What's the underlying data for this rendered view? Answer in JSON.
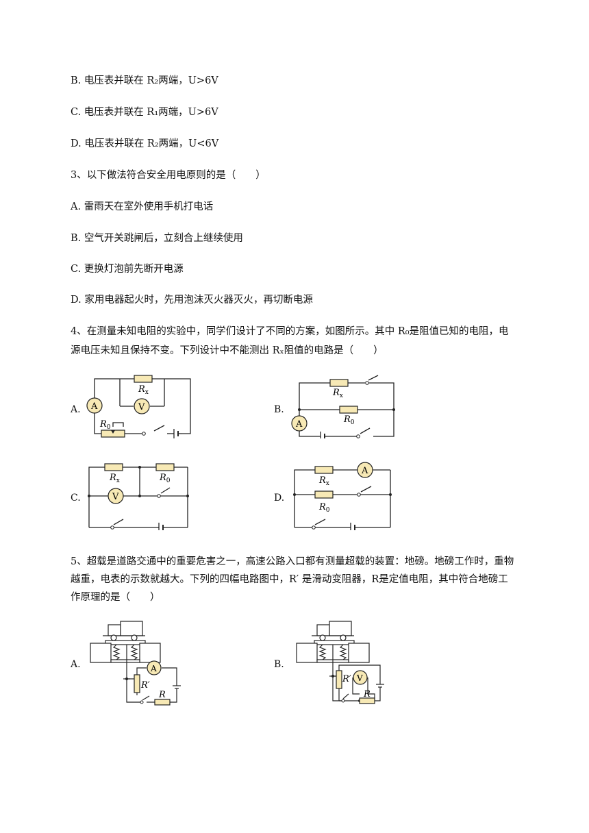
{
  "lines": {
    "q2b": "B. 电压表并联在 R₂两端，U>6V",
    "q2c": "C. 电压表并联在 R₁两端，U>6V",
    "q2d": "D. 电压表并联在 R₂两端，U<6V",
    "q3": "3、以下做法符合安全用电原则的是（　　）",
    "q3a": "A. 雷雨天在室外使用手机打电话",
    "q3b": "B. 空气开关跳闸后，立刻合上继续使用",
    "q3c": "C. 更换灯泡前先断开电源",
    "q3d": "D. 家用电器起火时，先用泡沫灭火器灭火，再切断电源",
    "q4_l1": "4、在测量未知电阻的实验中，同学们设计了不同的方案，如图所示。其中 R₀是阻值已知的电阻，电",
    "q4_l2": "源电压未知且保持不变。下列设计中不能测出 Rₓ阻值的电路是（　　）",
    "q5_l1": "5、超载是道路交通中的重要危害之一，高速公路入口都有测量超载的装置：地磅。地磅工作时，重物",
    "q5_l2": "越重，电表的示数就越大。下列的四幅电路图中，R′ 是滑动变阻器，R是定值电阻，其中符合地磅工",
    "q5_l3": "作原理的是（　　）"
  },
  "options": {
    "a": "A.",
    "b": "B.",
    "c": "C.",
    "d": "D."
  },
  "labels": {
    "rx": "R",
    "rx_sub": "x",
    "r0": "R",
    "r0_sub": "0",
    "ammeter": "A",
    "voltmeter": "V",
    "rprime": "R′",
    "r": "R"
  },
  "colors": {
    "resistor_fill": "#f7e9b5",
    "meter_fill": "#f7e9b5",
    "wire": "#222222"
  }
}
